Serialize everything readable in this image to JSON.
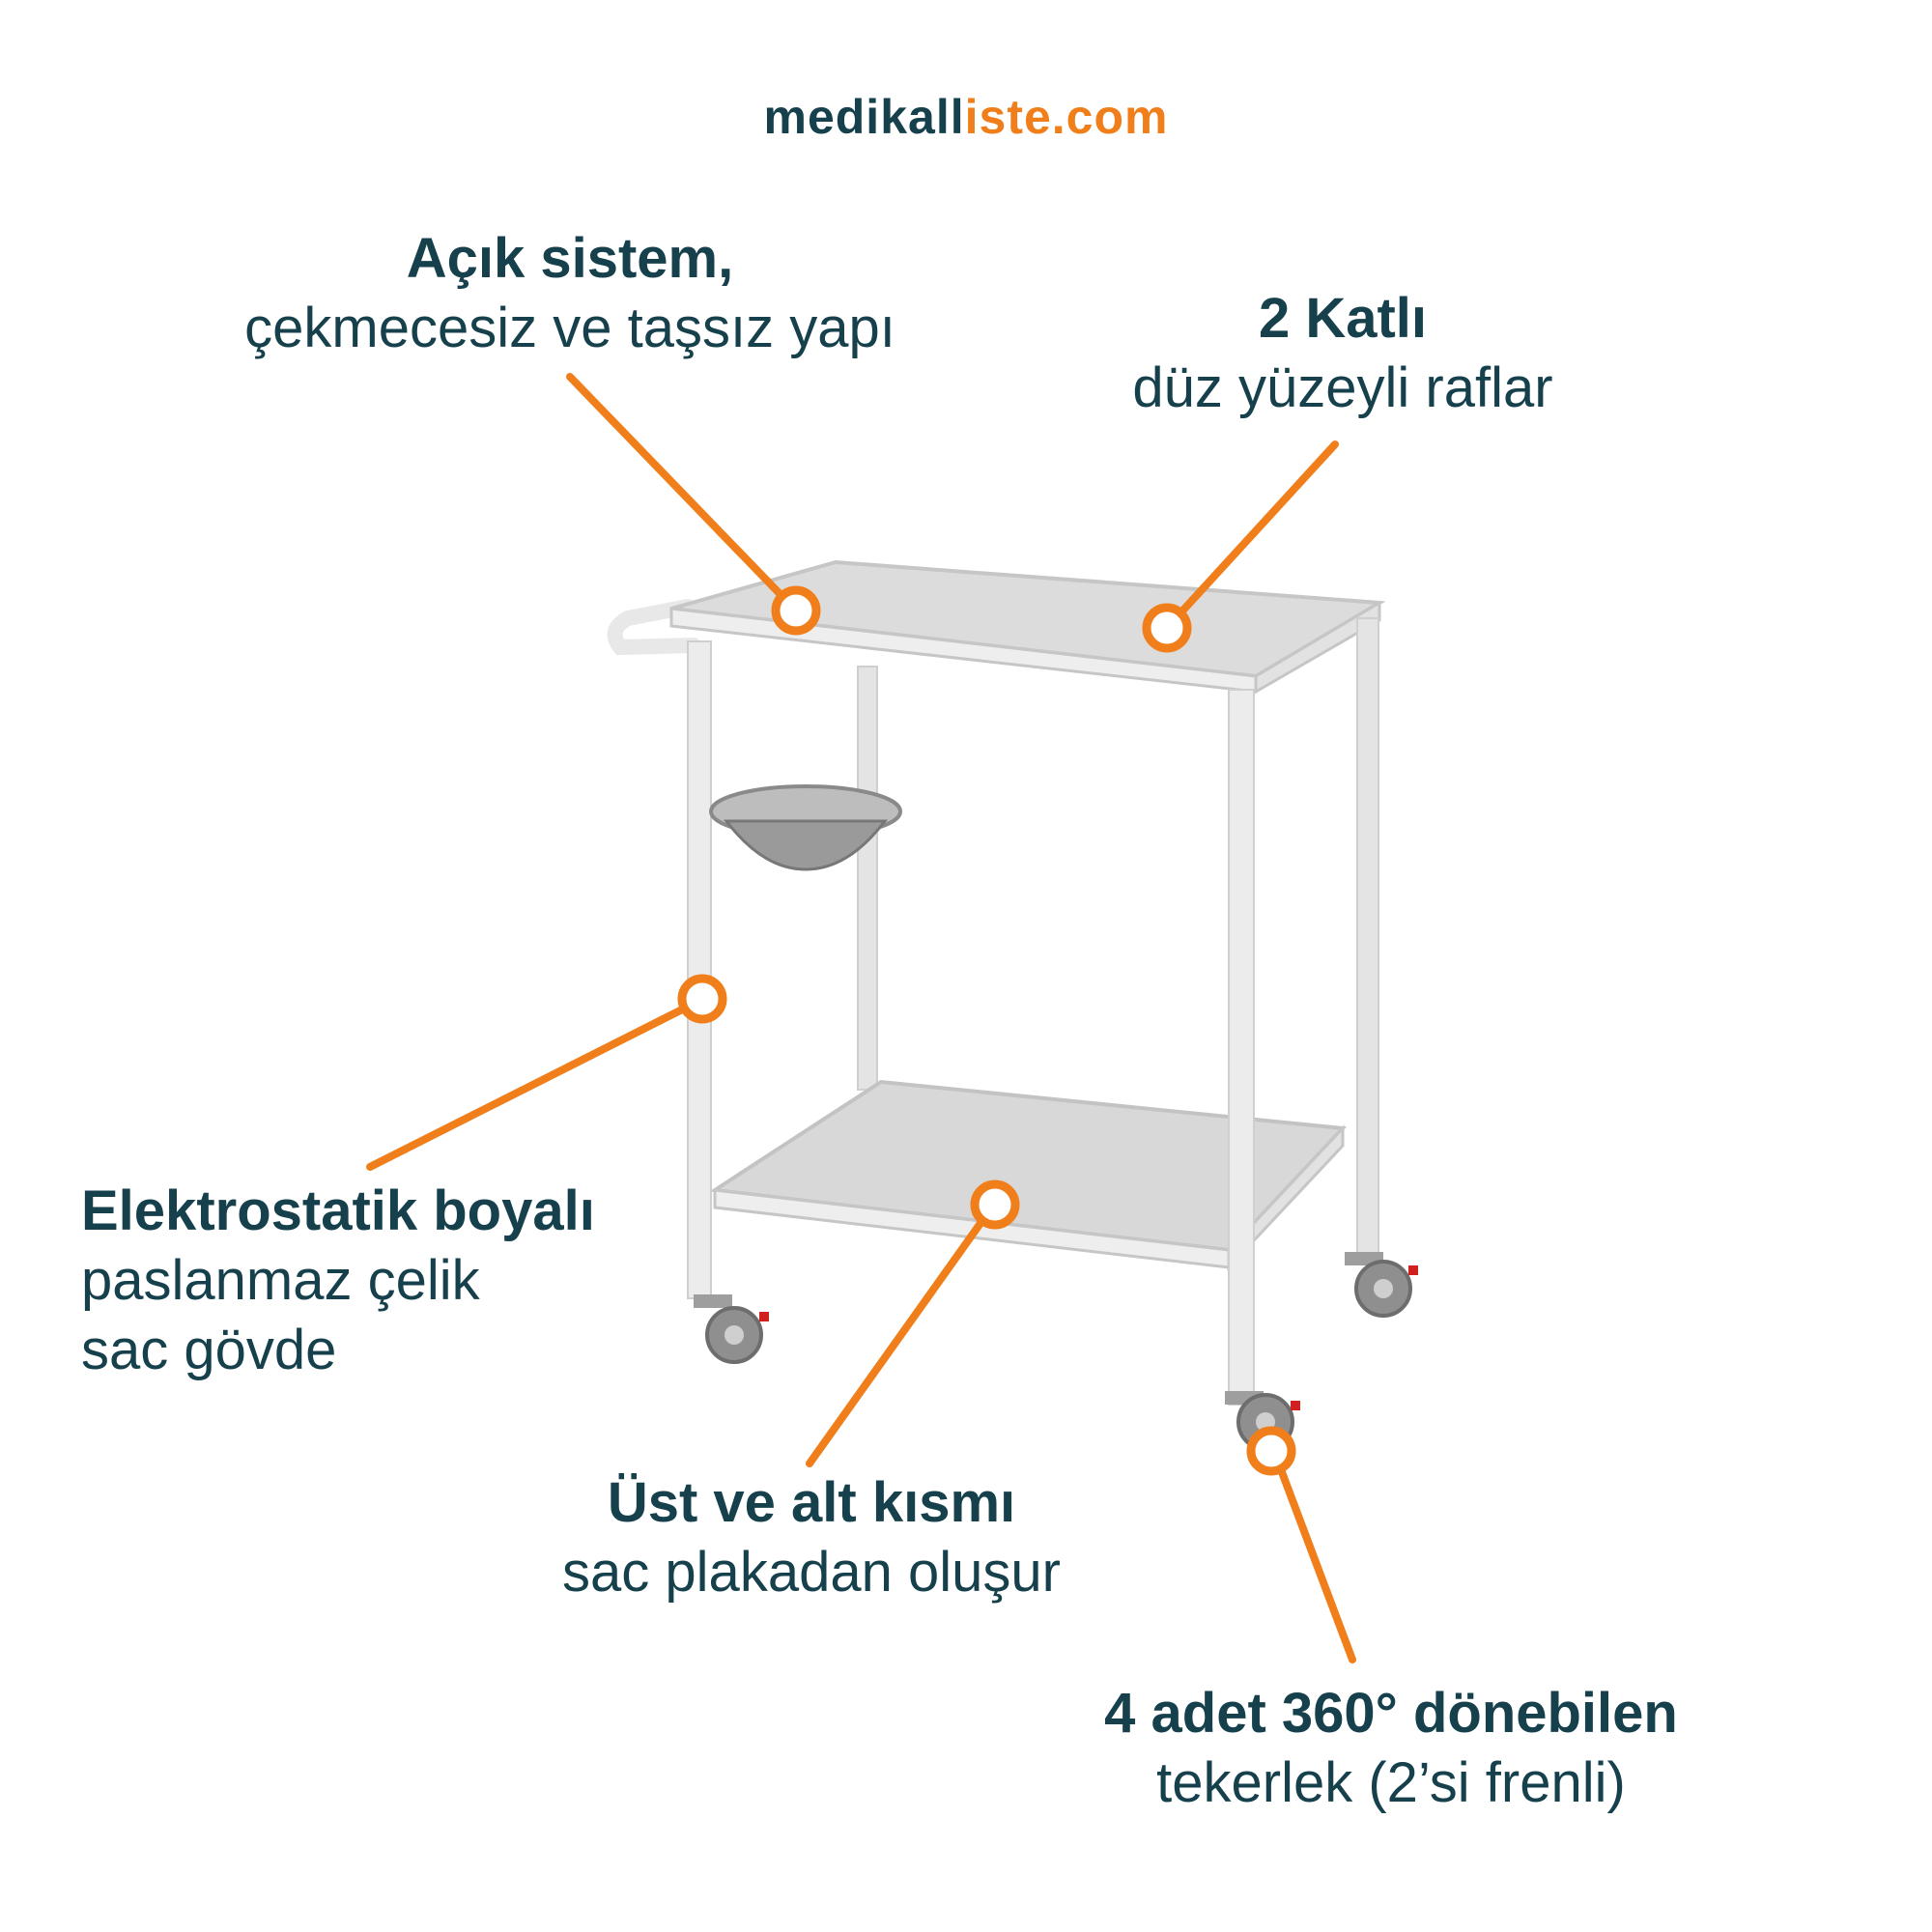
{
  "logo": {
    "part1": "medikal",
    "part2": "iste.com",
    "part2_prefix": "l"
  },
  "features": {
    "open_system": {
      "title": "Açık sistem,",
      "subtitle": "çekmecesiz ve taşsız yapı"
    },
    "two_tier": {
      "title": "2 Katlı",
      "subtitle": "düz yüzeyli raflar"
    },
    "electrostatic": {
      "title": "Elektrostatik boyalı",
      "line2": "paslanmaz çelik",
      "line3": "sac gövde"
    },
    "plates": {
      "title": "Üst ve alt kısmı",
      "subtitle": "sac plakadan oluşur"
    },
    "wheels": {
      "title": "4 adet 360° dönebilen",
      "subtitle": "tekerlek (2’si frenli)"
    }
  },
  "colors": {
    "accent": "#f07f1b",
    "text": "#15404c",
    "frame": "#e6e6e6",
    "shelf": "#d9d9d9"
  }
}
